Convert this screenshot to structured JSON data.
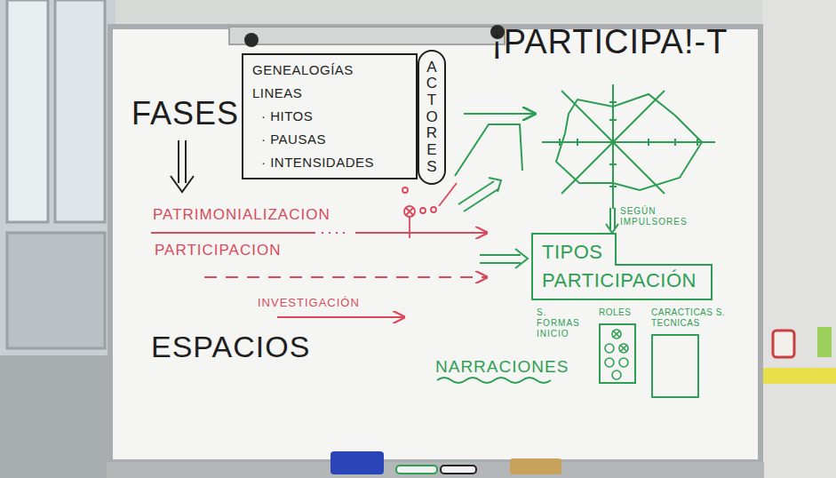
{
  "diagram": {
    "title": "¡PARTICIPA!-T",
    "nodes": [
      {
        "text": [
          "GENEALOGÍAS",
          "LINEAS",
          "· HITOS",
          "· PAUSAS",
          "· INTENSIDADES"
        ]
      },
      {
        "text": [
          "ACTORES"
        ]
      },
      {
        "text": [
          "TIPOS PARTICIPACIÓN"
        ]
      },
      {
        "text": [
          "ROLES"
        ]
      },
      {
        "text": [
          "CARACTICAS S. TECNICAS"
        ]
      }
    ],
    "labels": [
      "FASES",
      "PATRIMONIALIZACION",
      "PARTICIPACION",
      "INVESTIGACIÓN",
      "ESPACIOS",
      "SEGÚN IMPULSORES",
      "S. FORMAS INICIO",
      "NARRACIONES"
    ]
  }
}
